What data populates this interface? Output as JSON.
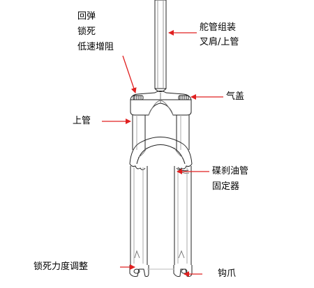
{
  "labels": {
    "rebound_lockout": [
      "回弹",
      "锁死",
      "低速增阻"
    ],
    "steerer_crown": [
      "舵管组装",
      "叉肩/上管"
    ],
    "air_cap": "气盖",
    "upper_tube": "上管",
    "brake_hose": [
      "碟刹油管",
      "固定器"
    ],
    "lockout_force": "锁死力度调整",
    "dropout": "钩爪"
  },
  "colors": {
    "arrow": "#e02020",
    "line": "#222222"
  }
}
